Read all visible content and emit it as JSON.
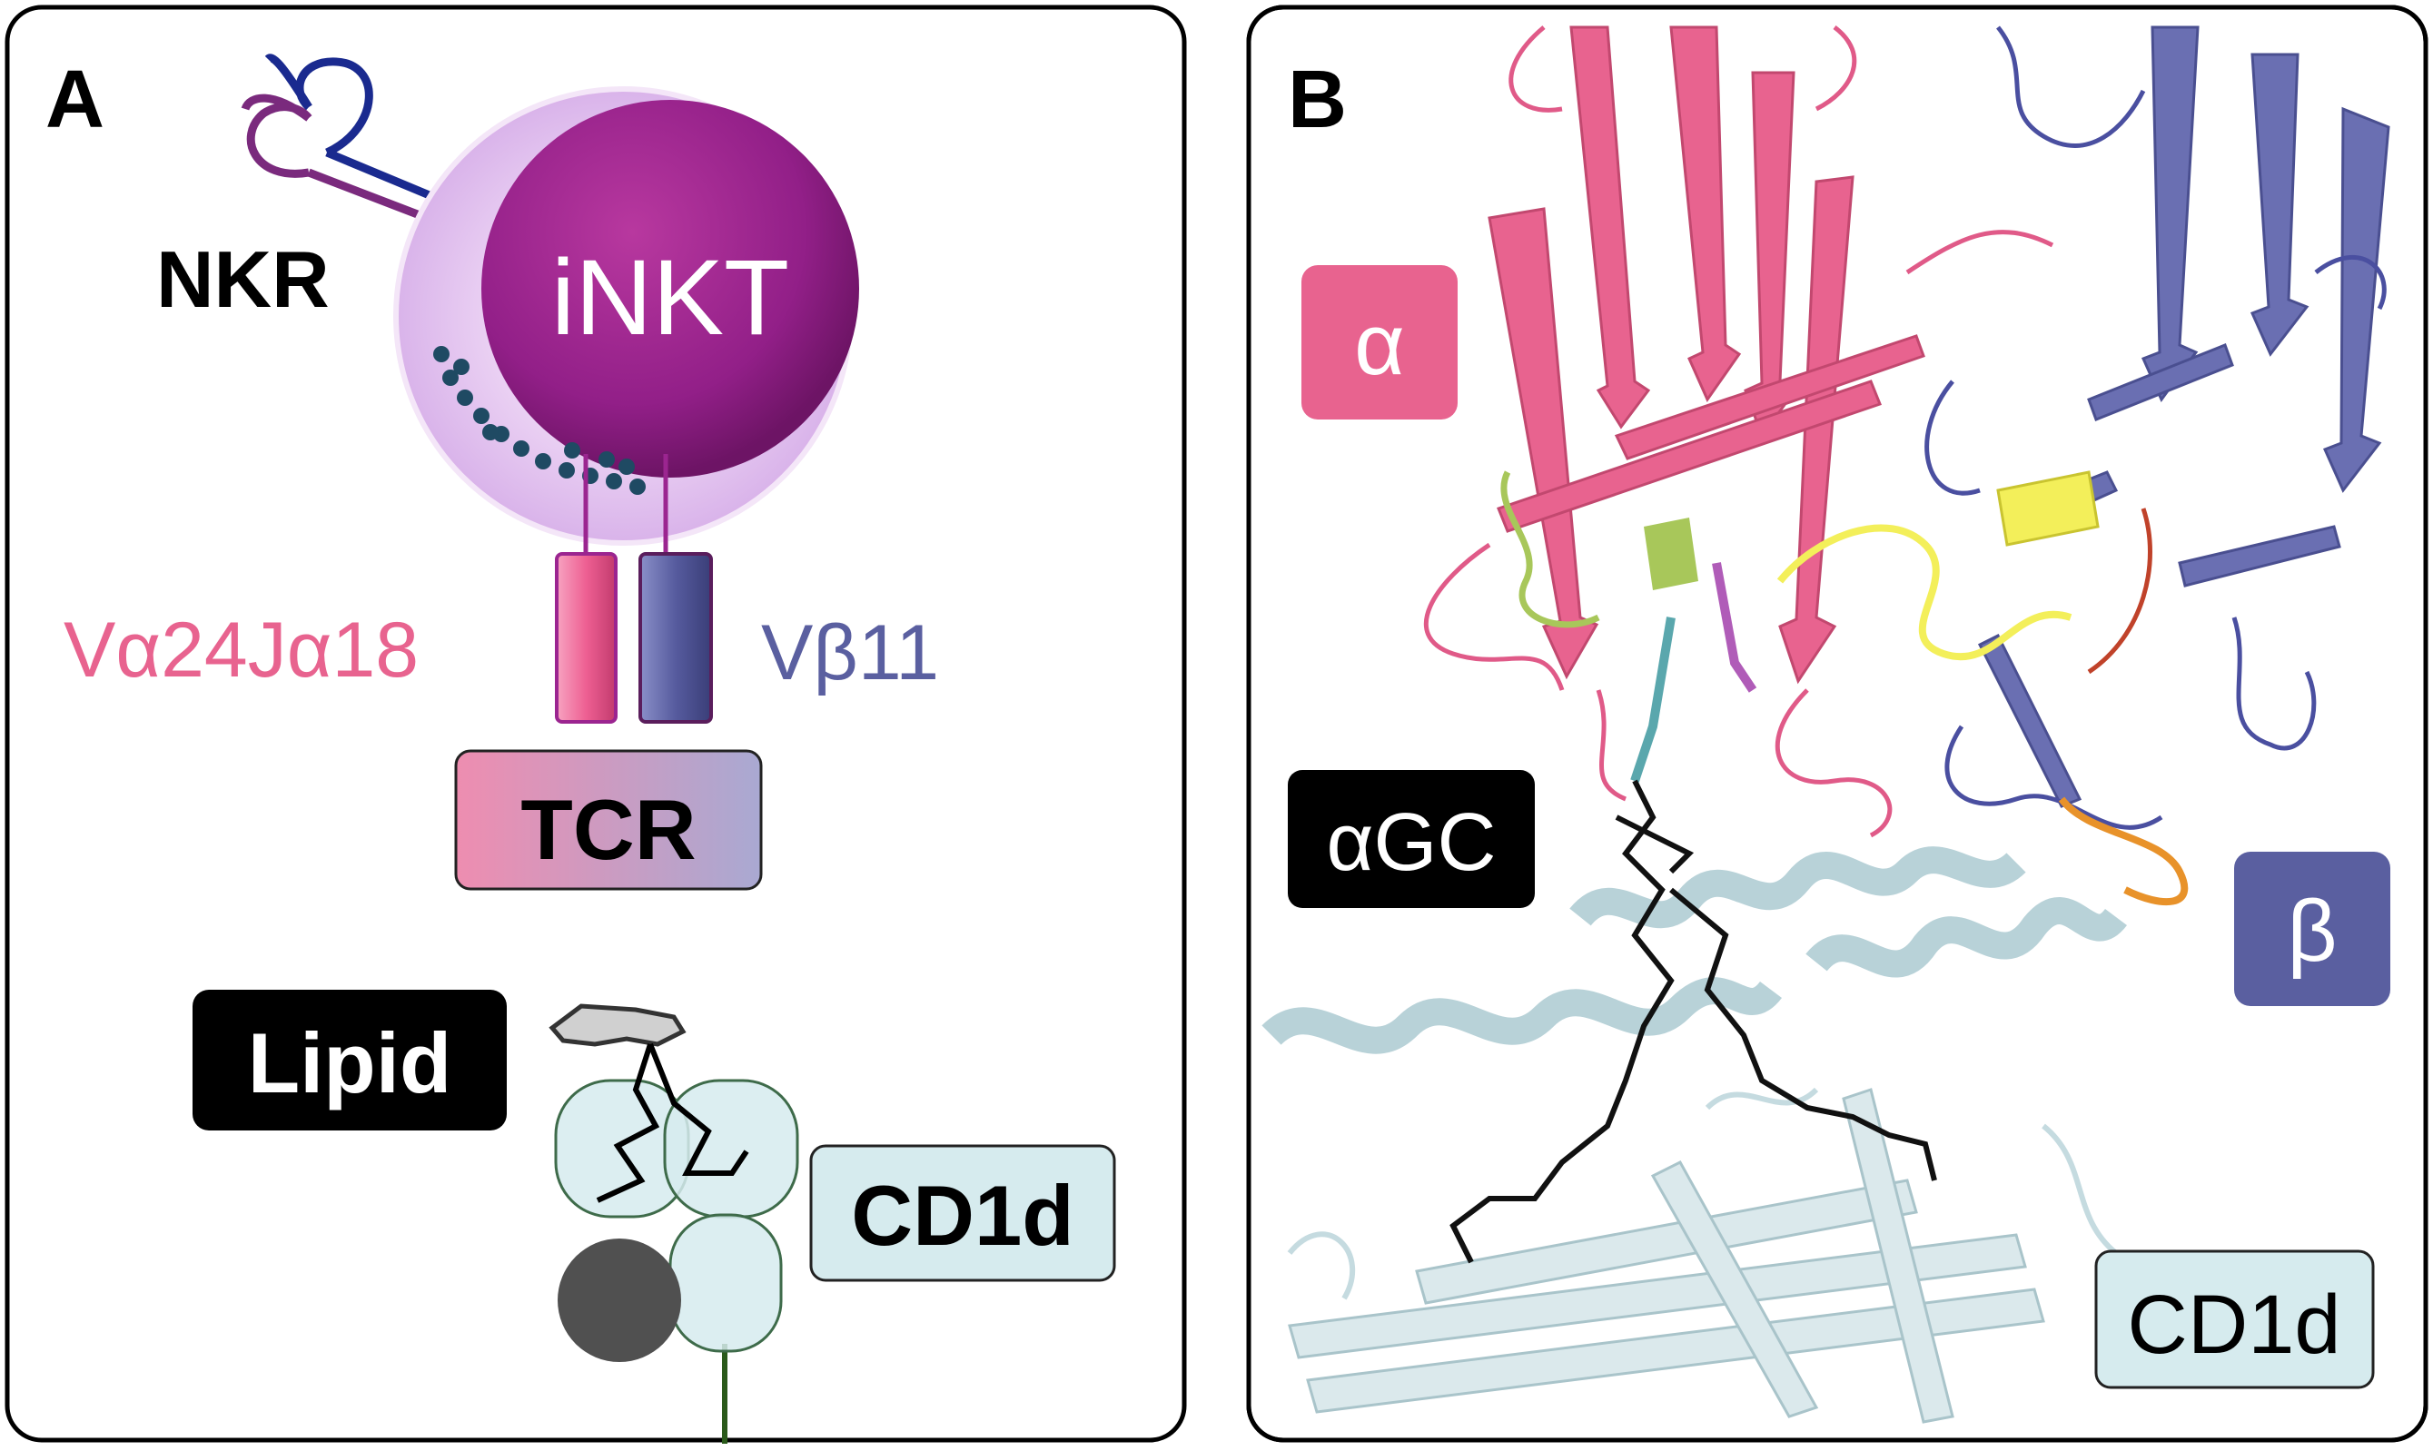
{
  "panel_a": {
    "letter": "A",
    "cell_label": "iNKT",
    "nkr_label": "NKR",
    "alpha_chain_label": "Vα24Jα18",
    "beta_chain_label": "Vβ11",
    "tcr_label": "TCR",
    "lipid_label": "Lipid",
    "cd1d_label": "CD1d"
  },
  "panel_b": {
    "letter": "B",
    "alpha_label": "α",
    "beta_label": "β",
    "agc_label": "αGC",
    "cd1d_label": "CD1d"
  },
  "colors": {
    "alpha_pink": "#e8638f",
    "beta_purple": "#5a5fa0",
    "inkt_magenta": "#9b2590",
    "cell_halo": "#e7c8f0",
    "granule": "#1f4a63",
    "cd1d_fill": "#d6ebee",
    "black_box": "#000000",
    "yellow_loop": "#f3ef5a",
    "orange_loop": "#e8922a",
    "green_loop": "#a8c75a",
    "teal_loop": "#5aa7ad"
  }
}
